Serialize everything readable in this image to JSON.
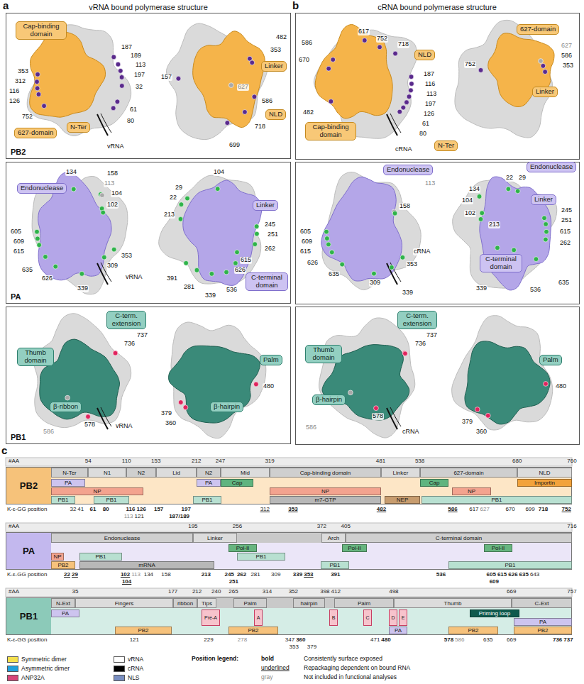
{
  "diagram": {
    "nodes": [
      {
        "text": [
          "PB2"
        ]
      },
      {
        "text": [
          "Cap-binding domain"
        ],
        "in": 0
      },
      {
        "text": [
          "627-domain"
        ],
        "in": 0
      },
      {
        "text": [
          "N-Ter"
        ],
        "in": 0
      },
      {
        "text": [
          "Linker"
        ],
        "in": 0
      },
      {
        "text": [
          "NLD"
        ],
        "in": 0
      },
      {
        "text": [
          "PA"
        ]
      },
      {
        "text": [
          "Endonuclease"
        ],
        "in": 6
      },
      {
        "text": [
          "Linker"
        ],
        "in": 6
      },
      {
        "text": [
          "C-terminal domain"
        ],
        "in": 6
      },
      {
        "text": [
          "PB1"
        ]
      },
      {
        "text": [
          "C-term. extension"
        ],
        "in": 10
      },
      {
        "text": [
          "Thumb domain"
        ],
        "in": 10
      },
      {
        "text": [
          "β-ribbon"
        ],
        "in": 10
      },
      {
        "text": [
          "Palm"
        ],
        "in": 10
      },
      {
        "text": [
          "β-hairpin"
        ],
        "in": 10
      },
      {
        "text": [
          "NLD"
        ]
      },
      {
        "text": [
          "Cap-binding domain"
        ]
      },
      {
        "text": [
          "N-Ter"
        ]
      },
      {
        "text": [
          "627-domain"
        ]
      },
      {
        "text": [
          "Linker"
        ]
      },
      {
        "text": [
          "Endonuclease"
        ]
      },
      {
        "text": [
          "Endonuclease"
        ]
      },
      {
        "text": [
          "Linker"
        ]
      },
      {
        "text": [
          "C-terminal domain"
        ]
      },
      {
        "text": [
          "C-term. extension"
        ]
      },
      {
        "text": [
          "Thumb domain"
        ]
      },
      {
        "text": [
          "β-hairpin"
        ]
      },
      {
        "text": [
          "Palm"
        ]
      },
      {
        "text": [
          "PB2"
        ]
      },
      {
        "text": [
          "N-Ter"
        ],
        "in": 29
      },
      {
        "text": [
          "N1"
        ],
        "in": 29
      },
      {
        "text": [
          "N2"
        ],
        "in": 29
      },
      {
        "text": [
          "Lid"
        ],
        "in": 29
      },
      {
        "text": [
          "N2"
        ],
        "in": 29
      },
      {
        "text": [
          "Mid"
        ],
        "in": 29
      },
      {
        "text": [
          "Cap-binding domain"
        ],
        "in": 29
      },
      {
        "text": [
          "Linker"
        ],
        "in": 29
      },
      {
        "text": [
          "627-domain"
        ],
        "in": 29
      },
      {
        "text": [
          "NLD"
        ],
        "in": 29
      },
      {
        "text": [
          "PA"
        ],
        "in": 29
      },
      {
        "text": [
          "PA"
        ],
        "in": 29
      },
      {
        "text": [
          "Cap"
        ],
        "in": 29
      },
      {
        "text": [
          "Cap"
        ],
        "in": 29
      },
      {
        "text": [
          "Importin"
        ],
        "in": 29
      },
      {
        "text": [
          "NP"
        ],
        "in": 29
      },
      {
        "text": [
          "NP"
        ],
        "in": 29
      },
      {
        "text": [
          "NP"
        ],
        "in": 29
      },
      {
        "text": [
          "PB1"
        ],
        "in": 29
      },
      {
        "text": [
          "PB1"
        ],
        "in": 29
      },
      {
        "text": [
          "PB1"
        ],
        "in": 29
      },
      {
        "text": [
          "m7-GTP"
        ],
        "in": 29
      },
      {
        "text": [
          "NEP"
        ],
        "in": 29
      },
      {
        "text": [
          "PB1"
        ],
        "in": 29
      },
      {
        "text": [
          "PA"
        ]
      },
      {
        "text": [
          "Endonuclease"
        ],
        "in": 54
      },
      {
        "text": [
          "Linker"
        ],
        "in": 54
      },
      {
        "text": [
          "Arch"
        ],
        "in": 54
      },
      {
        "text": [
          "C-terminal domain"
        ],
        "in": 54
      },
      {
        "text": [
          "Pol-II"
        ],
        "in": 54
      },
      {
        "text": [
          "Pol-II"
        ],
        "in": 54
      },
      {
        "text": [
          "Pol-II"
        ],
        "in": 54
      },
      {
        "text": [
          "NP"
        ],
        "in": 54
      },
      {
        "text": [
          "PB1"
        ],
        "in": 54
      },
      {
        "text": [
          "PB1"
        ],
        "in": 54
      },
      {
        "text": [
          "PB2"
        ],
        "in": 54
      },
      {
        "text": [
          "mRNA"
        ],
        "in": 54
      },
      {
        "text": [
          "PB1"
        ],
        "in": 54
      },
      {
        "text": [
          "PB1"
        ],
        "in": 54
      },
      {
        "text": [
          "PB1"
        ]
      },
      {
        "text": [
          "N-Ext"
        ],
        "in": 69
      },
      {
        "text": [
          "Fingers"
        ],
        "in": 69
      },
      {
        "text": [
          "ribbon"
        ],
        "in": 69
      },
      {
        "text": [
          "Tips"
        ],
        "in": 69
      },
      {
        "text": [
          "Palm"
        ],
        "in": 69
      },
      {
        "text": [
          "hairpin"
        ],
        "in": 69
      },
      {
        "text": [
          "Palm"
        ],
        "in": 69
      },
      {
        "text": [
          "Thumb"
        ],
        "in": 69
      },
      {
        "text": [
          "C-Ext"
        ],
        "in": 69
      },
      {
        "text": [
          "Pre-A"
        ],
        "in": 69
      },
      {
        "text": [
          "A"
        ],
        "in": 69
      },
      {
        "text": [
          "B"
        ],
        "in": 69
      },
      {
        "text": [
          "C"
        ],
        "in": 69
      },
      {
        "text": [
          "D"
        ],
        "in": 69
      },
      {
        "text": [
          "E"
        ],
        "in": 69
      },
      {
        "text": [
          "Priming loop"
        ],
        "in": 69
      },
      {
        "text": [
          "PA"
        ],
        "in": 69
      },
      {
        "text": [
          "PB2"
        ],
        "in": 69
      },
      {
        "text": [
          "PB2"
        ],
        "in": 69
      },
      {
        "text": [
          "PA"
        ],
        "in": 69
      },
      {
        "text": [
          "PB2"
        ],
        "in": 69
      },
      {
        "text": [
          "PA"
        ],
        "in": 69
      },
      {
        "text": [
          "PB2"
        ],
        "in": 69
      }
    ],
    "labels": [
      "a",
      "vRNA bound polymerase structure",
      "b",
      "cRNA bound polymerase structure",
      "c",
      "187",
      "189",
      "113",
      "197",
      "32",
      "61",
      "80",
      "353",
      "312",
      "116",
      "126",
      "752",
      "vRNA",
      "482",
      "353",
      "157",
      "627",
      "586",
      "718",
      "699",
      "134",
      "158",
      "113",
      "104",
      "102",
      "605",
      "609",
      "615",
      "635",
      "626",
      "339",
      "309",
      "353",
      "vRNA",
      "104",
      "29",
      "22",
      "213",
      "245",
      "251",
      "262",
      "615",
      "626",
      "391",
      "281",
      "339",
      "536",
      "737",
      "736",
      "vRNA",
      "586",
      "578",
      "480",
      "379",
      "360",
      "586",
      "617",
      "752",
      "718",
      "670",
      "187",
      "116",
      "113",
      "197",
      "126",
      "61",
      "80",
      "482",
      "cRNA",
      "627",
      "752",
      "586",
      "353",
      "113",
      "158",
      "605",
      "609",
      "615",
      "626",
      "635",
      "353",
      "309",
      "339",
      "cRNA",
      "134",
      "22",
      "29",
      "104",
      "102",
      "245",
      "213",
      "251",
      "615",
      "262",
      "536",
      "339",
      "635",
      "737",
      "736",
      "578",
      "586",
      "cRNA",
      "480",
      "379",
      "360",
      "#AA",
      "54",
      "110",
      "153",
      "212",
      "247",
      "319",
      "481",
      "538",
      "680",
      "760",
      "K-ε-GG position",
      "32",
      "41",
      "61",
      "80",
      "116",
      "113",
      "121",
      "126",
      "157",
      "187/189",
      "197",
      "312",
      "353",
      "482",
      "586",
      "617",
      "627",
      "670",
      "699",
      "718",
      "752",
      "#AA",
      "195",
      "256",
      "372",
      "405",
      "716",
      "K-ε-GG position",
      "22",
      "29",
      "102",
      "104",
      "113",
      "134",
      "158",
      "213",
      "245",
      "251",
      "262",
      "281",
      "309",
      "339",
      "353",
      "391",
      "536",
      "605",
      "609",
      "615",
      "626",
      "635",
      "643",
      "#AA",
      "35",
      "177",
      "212",
      "240",
      "265",
      "314",
      "352",
      "398",
      "412",
      "498",
      "669",
      "757",
      "K-ε-GG position",
      "121",
      "229",
      "278",
      "347",
      "353",
      "360",
      "379",
      "471",
      "480",
      "578",
      "586",
      "635",
      "669",
      "736",
      "737",
      "Position legend:",
      "bold",
      "Consistently surface exposed",
      "underlined",
      "Repackaging dependent on bound RNA",
      "gray",
      "Not included in functional analyses"
    ],
    "legend": [
      {
        "text": "Symmetric dimer",
        "color": "#f4e04d"
      },
      {
        "text": "Asymmetric dimer",
        "color": "#1ea0dc"
      },
      {
        "text": "ANP32A",
        "color": "#d6457a"
      },
      {
        "text": "vRNA",
        "color": "#ffffff"
      },
      {
        "text": "cRNA",
        "color": "#000000"
      },
      {
        "text": "NLS",
        "color": "#7a8fc2"
      }
    ]
  }
}
